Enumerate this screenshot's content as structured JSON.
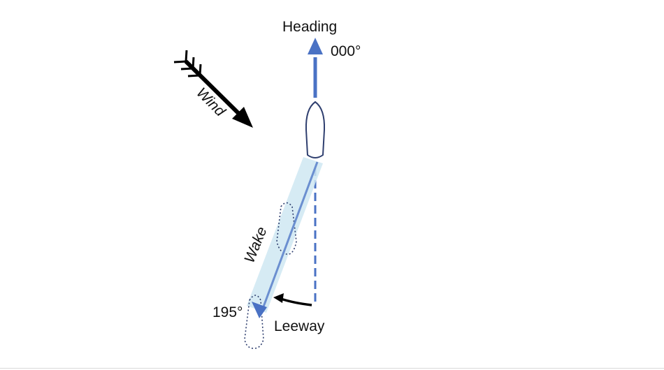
{
  "labels": {
    "heading": "Heading",
    "heading_bearing": "000°",
    "wind": "Wind",
    "wake": "Wake",
    "wake_bearing": "195°",
    "leeway": "Leeway"
  },
  "colors": {
    "arrow_blue": "#4a72c4",
    "boat_outline": "#2f3f6f",
    "wake_band": "#cfe8f2",
    "wind_arrow": "#000000",
    "text": "#111111"
  },
  "icons": {
    "heading_arrow": "up-arrow-icon",
    "wind_arrow": "wind-arrow-icon",
    "boat": "boat-hull-icon",
    "leeway_arrow": "curved-arrow-icon"
  }
}
